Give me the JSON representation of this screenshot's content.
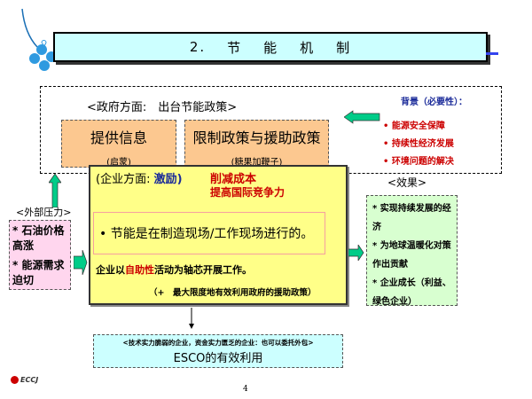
{
  "title": {
    "num": "2.",
    "chars": [
      "节",
      "能",
      "机",
      "制"
    ]
  },
  "gov": {
    "label": "<政府方面:　出台节能政策>",
    "box1": {
      "title": "提供信息",
      "sub": "(启蒙)"
    },
    "box2": {
      "title": "限制政策与援助政策",
      "sub": "(糖果加鞭子)"
    }
  },
  "background": {
    "title": "背景（必要性）：",
    "items": [
      "能源安全保障",
      "持续性经济发展",
      "环境问题的解决"
    ]
  },
  "company": {
    "label": "(企业方面:",
    "incentive": "激励)",
    "cost": "削减成本",
    "compete": "提高国际竞争力",
    "main": "• 节能是在制造现场/工作现场进行的。",
    "line1_a": "企业以",
    "line1_b": "自助性",
    "line1_c": "活动为轴芯开展工作。",
    "line2": "（+　最大限度地有效利用政府的援助政策）"
  },
  "pressure": {
    "label": "<外部压力>",
    "items": [
      "* 石油价格高涨",
      "* 能源需求迫切"
    ]
  },
  "effects": {
    "label": "<效果>",
    "items": [
      "* 实现持续发展的经济",
      "* 为地球温暖化对策作出贡献",
      "* 企业成长（利益、绿色企业）"
    ]
  },
  "esco": {
    "note": "<技术实力脆弱的企业，资金实力匮乏的企业：也可以委托外包>",
    "title": "ESCO的有效利用"
  },
  "footer": {
    "logo": "ECCJ",
    "page": "4"
  },
  "colors": {
    "title_bg": "#ccffff",
    "orange": "#fcc890",
    "yellow": "#ffff88",
    "arrow": "#00cc88"
  }
}
